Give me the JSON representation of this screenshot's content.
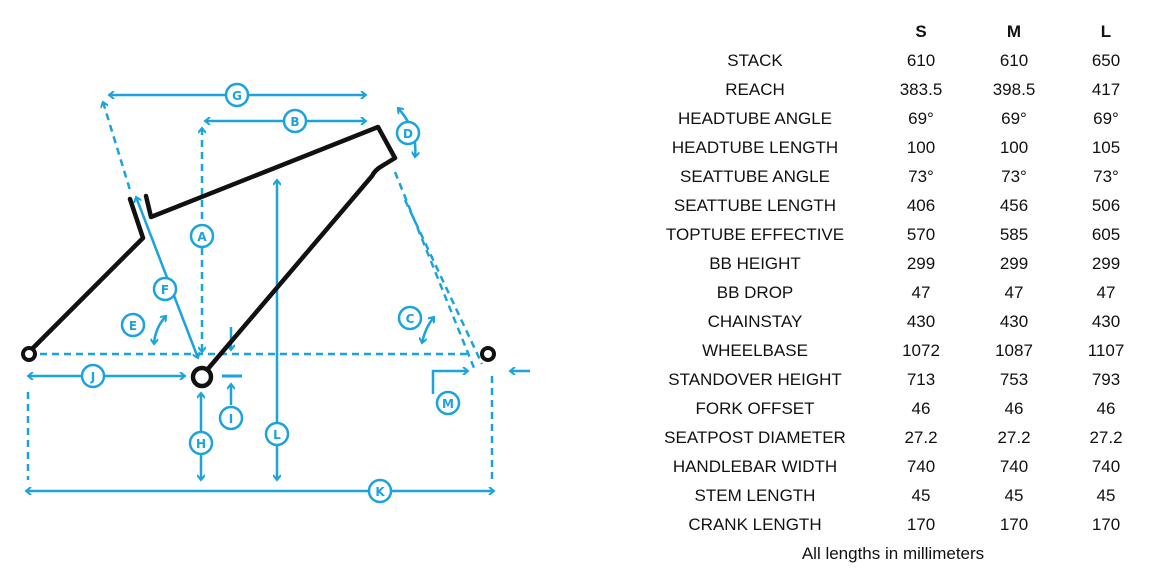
{
  "colors": {
    "accent": "#1aa3dc",
    "frame": "#111111"
  },
  "diagram": {
    "labels": {
      "A": "A",
      "B": "B",
      "C": "C",
      "D": "D",
      "E": "E",
      "F": "F",
      "G": "G",
      "H": "H",
      "I": "I",
      "J": "J",
      "K": "K",
      "L": "L",
      "M": "M"
    }
  },
  "table": {
    "sizes": [
      "S",
      "M",
      "L"
    ],
    "rows": [
      {
        "label": "STACK",
        "values": [
          "610",
          "610",
          "650"
        ]
      },
      {
        "label": "REACH",
        "values": [
          "383.5",
          "398.5",
          "417"
        ]
      },
      {
        "label": "HEADTUBE ANGLE",
        "values": [
          "69°",
          "69°",
          "69°"
        ]
      },
      {
        "label": "HEADTUBE LENGTH",
        "values": [
          "100",
          "100",
          "105"
        ]
      },
      {
        "label": "SEATTUBE ANGLE",
        "values": [
          "73°",
          "73°",
          "73°"
        ]
      },
      {
        "label": "SEATTUBE LENGTH",
        "values": [
          "406",
          "456",
          "506"
        ]
      },
      {
        "label": "TOPTUBE EFFECTIVE",
        "values": [
          "570",
          "585",
          "605"
        ]
      },
      {
        "label": "BB HEIGHT",
        "values": [
          "299",
          "299",
          "299"
        ]
      },
      {
        "label": "BB DROP",
        "values": [
          "47",
          "47",
          "47"
        ]
      },
      {
        "label": "CHAINSTAY",
        "values": [
          "430",
          "430",
          "430"
        ]
      },
      {
        "label": "WHEELBASE",
        "values": [
          "1072",
          "1087",
          "1107"
        ]
      },
      {
        "label": "STANDOVER HEIGHT",
        "values": [
          "713",
          "753",
          "793"
        ]
      },
      {
        "label": "FORK OFFSET",
        "values": [
          "46",
          "46",
          "46"
        ]
      },
      {
        "label": "SEATPOST DIAMETER",
        "values": [
          "27.2",
          "27.2",
          "27.2"
        ]
      },
      {
        "label": "HANDLEBAR WIDTH",
        "values": [
          "740",
          "740",
          "740"
        ]
      },
      {
        "label": "STEM LENGTH",
        "values": [
          "45",
          "45",
          "45"
        ]
      },
      {
        "label": "CRANK LENGTH",
        "values": [
          "170",
          "170",
          "170"
        ]
      }
    ],
    "footnote": "All lengths in millimeters"
  }
}
